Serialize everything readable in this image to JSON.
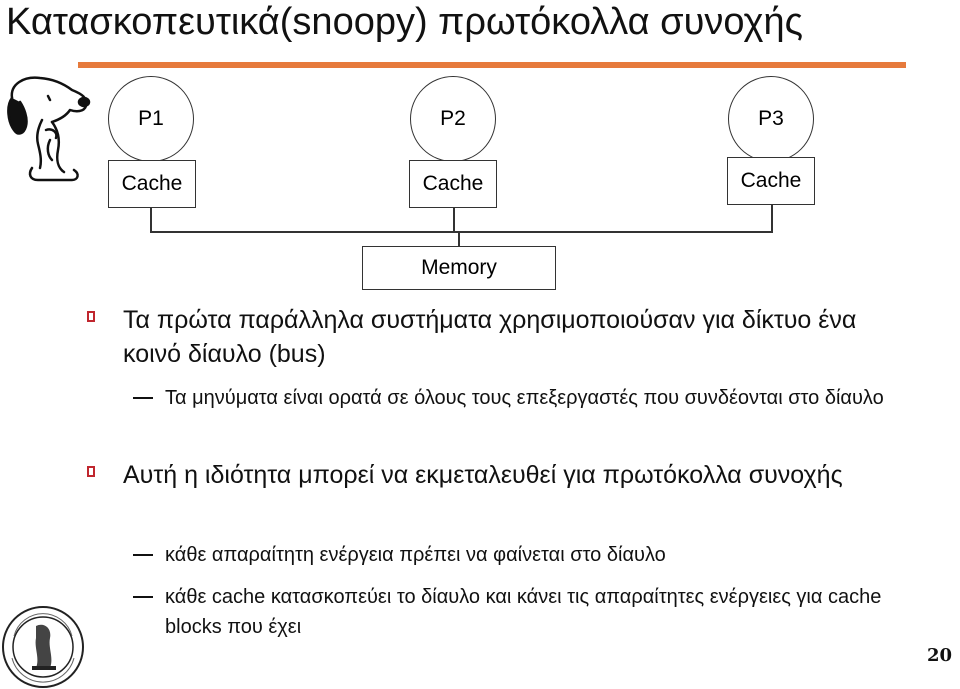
{
  "slide": {
    "title": "Κατασκοπευτικά(snoopy) πρωτόκολλα συνοχής",
    "page_number": "20"
  },
  "diagram": {
    "processors": [
      "P1",
      "P2",
      "P3"
    ],
    "caches": [
      "Cache",
      "Cache",
      "Cache"
    ],
    "memory_label": "Memory"
  },
  "bullets": [
    {
      "text": "Τα πρώτα παράλληλα συστήματα χρησιμοποιούσαν για δίκτυο ένα κοινό δίαυλο (bus)",
      "sub": [
        "Τα μηνύματα είναι ορατά σε όλους τους επεξεργαστές που συνδέονται στο δίαυλο"
      ]
    },
    {
      "text": "Αυτή η ιδιότητα μπορεί να εκμεταλευθεί για πρωτόκολλα συνοχής",
      "sub": [
        "κάθε απαραίτητη ενέργεια πρέπει να φαίνεται στο δίαυλο",
        "κάθε cache κατασκοπεύει το δίαυλο και κάνει τις απαραίτητες ενέργειες για cache blocks που έχει"
      ]
    }
  ],
  "icons": {
    "top_left": "snoopy-icon",
    "bottom_left": "university-seal-icon"
  },
  "colors": {
    "rule": "#e67a3c",
    "bullet_marker": "#c0262e"
  }
}
